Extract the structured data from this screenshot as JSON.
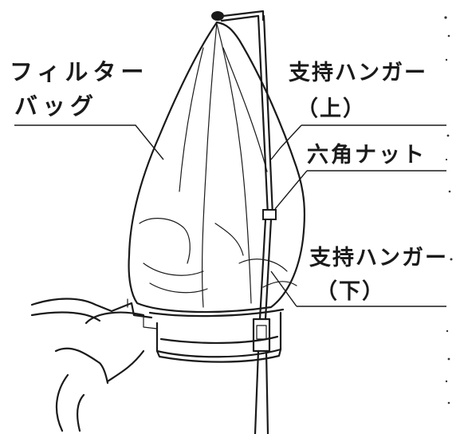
{
  "labels": {
    "filter_bag_line1": "フィルター",
    "filter_bag_line2": "バッグ",
    "upper_hanger_line1": "支持ハンガー",
    "upper_hanger_line2": "（上）",
    "hex_nut": "六角ナット",
    "lower_hanger_line1": "支持ハンガー",
    "lower_hanger_line2": "（下）"
  }
}
